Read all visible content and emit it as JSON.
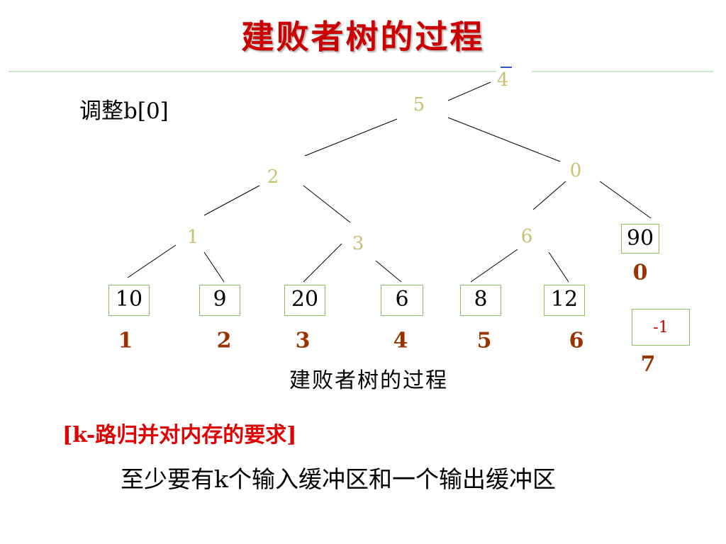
{
  "title": "建败者树的过程",
  "subtitle": "调整b[0]",
  "tree": {
    "root_top": "4",
    "root": "5",
    "level2": [
      "2",
      "0"
    ],
    "level3": [
      "1",
      "3",
      "6"
    ]
  },
  "leaves": [
    {
      "value": "10",
      "index": "1"
    },
    {
      "value": "9",
      "index": "2"
    },
    {
      "value": "20",
      "index": "3"
    },
    {
      "value": "6",
      "index": "4"
    },
    {
      "value": "8",
      "index": "5"
    },
    {
      "value": "12",
      "index": "6"
    },
    {
      "value": "90",
      "index": "0"
    },
    {
      "value": "-1",
      "index": "7"
    }
  ],
  "caption": "建败者树的过程",
  "requirement": {
    "title": "[k-路归并对内存的要求]",
    "text": "至少要有k个输入缓冲区和一个输出缓冲区"
  },
  "colors": {
    "title": "#cc0000",
    "node_text": "#c8c070",
    "leaf_border": "#8fbf5f",
    "index_text": "#993300",
    "requirement_title": "#e00000"
  }
}
